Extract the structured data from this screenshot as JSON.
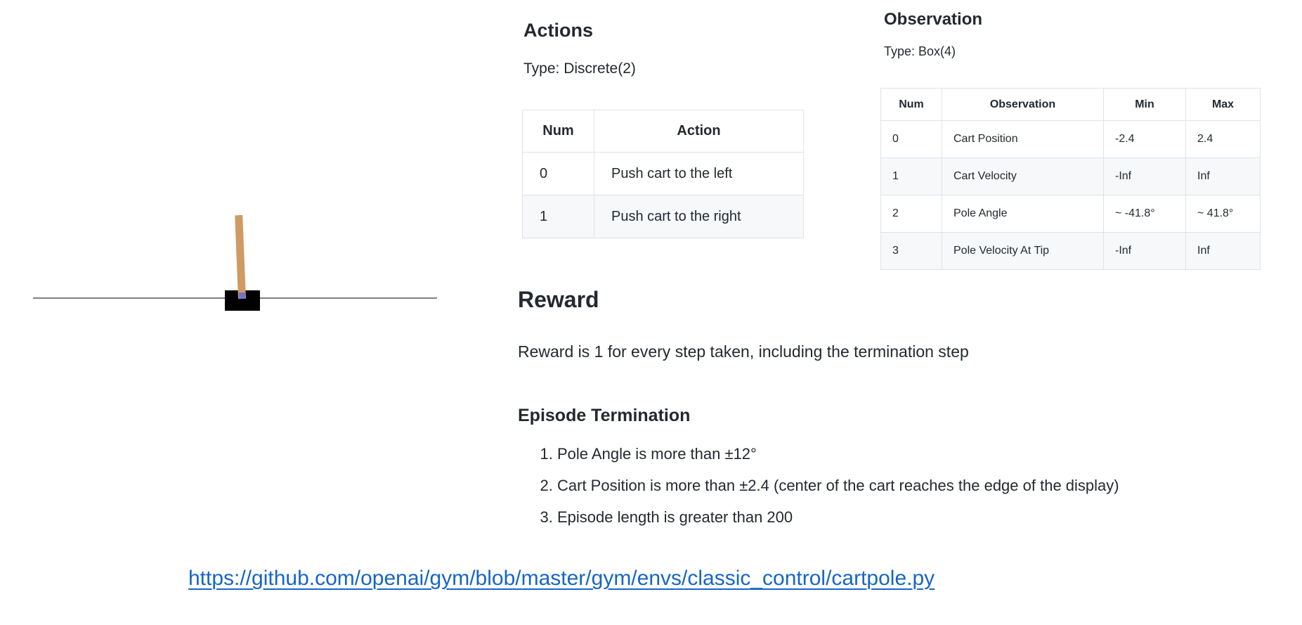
{
  "cartpole": {
    "track_color": "#808080",
    "cart_color": "#000000",
    "pole_color": "#cf9a63",
    "axle_color": "#7173d1"
  },
  "actions": {
    "title": "Actions",
    "type_label": "Type: Discrete(2)",
    "table": {
      "headers": [
        "Num",
        "Action"
      ],
      "rows": [
        [
          "0",
          "Push cart to the left"
        ],
        [
          "1",
          "Push cart to the right"
        ]
      ]
    }
  },
  "observation": {
    "title": "Observation",
    "type_label": "Type: Box(4)",
    "table": {
      "headers": [
        "Num",
        "Observation",
        "Min",
        "Max"
      ],
      "rows": [
        [
          "0",
          "Cart Position",
          "-2.4",
          "2.4"
        ],
        [
          "1",
          "Cart Velocity",
          "-Inf",
          "Inf"
        ],
        [
          "2",
          "Pole Angle",
          "~ -41.8°",
          "~ 41.8°"
        ],
        [
          "3",
          "Pole Velocity At Tip",
          "-Inf",
          "Inf"
        ]
      ]
    }
  },
  "reward": {
    "title": "Reward",
    "description": "Reward is 1 for every step taken, including the termination step"
  },
  "episode_termination": {
    "title": "Episode Termination",
    "items": [
      "Pole Angle is more than ±12°",
      "Cart Position is more than ±2.4 (center of the cart reaches the edge of the display)",
      "Episode length is greater than 200"
    ]
  },
  "link": {
    "url_text": "https://github.com/openai/gym/blob/master/gym/envs/classic_control/cartpole.py"
  }
}
